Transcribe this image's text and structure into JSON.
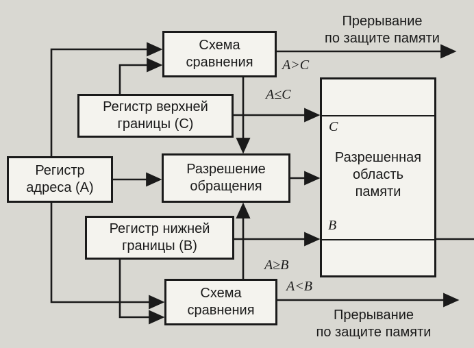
{
  "boxes": {
    "top_compare": {
      "l1": "Схема",
      "l2": "сравнения"
    },
    "upper_register": {
      "l1": "Регистр верхней",
      "l2": "границы (C)"
    },
    "address_register": {
      "l1": "Регистр",
      "l2": "адреса (A)"
    },
    "access_permission": {
      "l1": "Разрешение",
      "l2": "обращения"
    },
    "lower_register": {
      "l1": "Регистр нижней",
      "l2": "границы (B)"
    },
    "bottom_compare": {
      "l1": "Схема",
      "l2": "сравнения"
    }
  },
  "memory": {
    "l1": "Разрешенная",
    "l2": "область",
    "l3": "памяти",
    "upper_bound_label": "C",
    "lower_bound_label": "B"
  },
  "interrupt_top": {
    "l1": "Прерывание",
    "l2": "по защите памяти"
  },
  "interrupt_bottom": {
    "l1": "Прерывание",
    "l2": "по защите памяти"
  },
  "conditions": {
    "a_gt_c": "A>C",
    "a_le_c": "A≤C",
    "a_ge_b": "A≥B",
    "a_lt_b": "A<B"
  },
  "colors": {
    "line": "#1a1a1a",
    "paper": "#d9d8d2",
    "box_fill": "#f4f3ee"
  }
}
